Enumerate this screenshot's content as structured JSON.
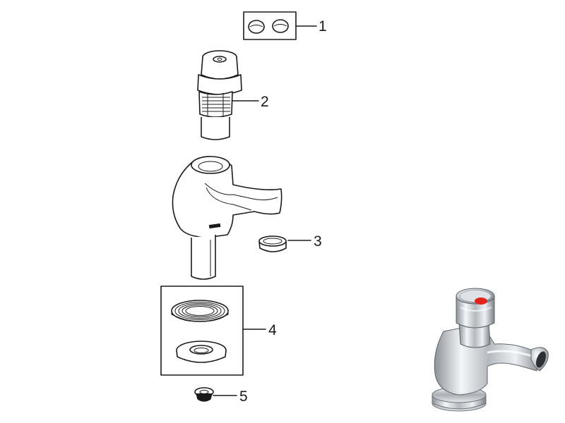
{
  "diagram": {
    "callouts": [
      {
        "id": "1",
        "label": "1",
        "part": "caps"
      },
      {
        "id": "2",
        "label": "2",
        "part": "cartridge"
      },
      {
        "id": "3",
        "label": "3",
        "part": "aerator"
      },
      {
        "id": "4",
        "label": "4",
        "part": "washer-set"
      },
      {
        "id": "5",
        "label": "5",
        "part": "plug"
      }
    ],
    "colors": {
      "line": "#1a1a1a",
      "chrome": "#c9cdd2",
      "cap_red": "#e2231a"
    },
    "icons": [
      "cap-icon",
      "cartridge-icon",
      "tap-body-icon",
      "aerator-icon",
      "washer-icon",
      "flange-icon",
      "plug-icon",
      "chrome-tap-photo"
    ]
  }
}
